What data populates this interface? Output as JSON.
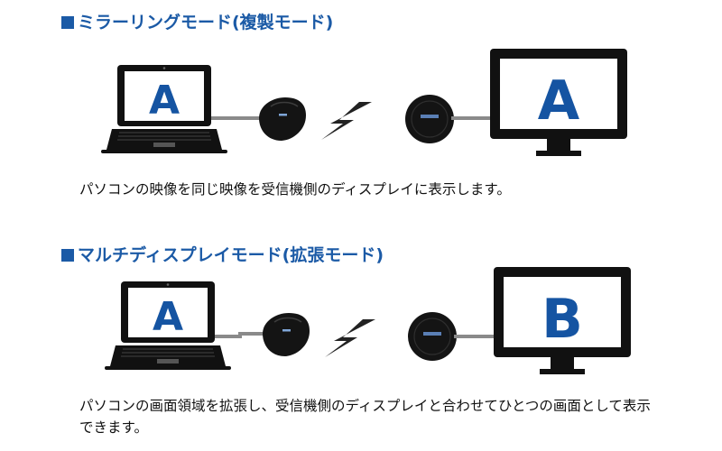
{
  "sections": [
    {
      "heading": "ミラーリングモード(複製モード)",
      "laptop_letter": "A",
      "monitor_letter": "A",
      "description": "パソコンの映像を同じ映像を受信機側のディスプレイに表示します。"
    },
    {
      "heading": "マルチディスプレイモード(拡張モード)",
      "laptop_letter": "A",
      "monitor_letter": "B",
      "description": "パソコンの画面領域を拡張し、受信機側のディスプレイと合わせてひとつの画面として表示できます。"
    }
  ],
  "colors": {
    "accent": "#1b5aa6",
    "letter": "#1554a2",
    "device": "#111111"
  }
}
